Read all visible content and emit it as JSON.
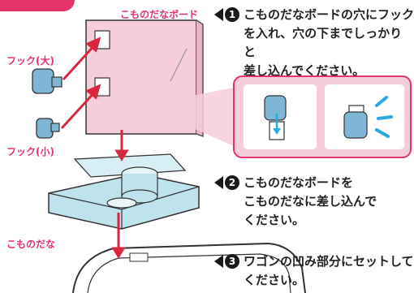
{
  "labels": {
    "board": "こものだなボード",
    "hook_large": "フック(大)",
    "hook_small": "フック(小)",
    "shelf": "こものだな"
  },
  "steps": [
    {
      "number": "1",
      "lines": [
        "こものだなボードの穴にフック",
        "を入れ、穴の下までしっかりと",
        "差し込んでください。"
      ]
    },
    {
      "number": "2",
      "lines": [
        "こものだなボードを",
        "こものだなに差し込んで",
        "ください。"
      ]
    },
    {
      "number": "3",
      "lines": [
        "ワゴンの凹み部分にセットして",
        "ください。"
      ]
    }
  ],
  "colors": {
    "board_pink": "#f6cddb",
    "accent_pink": "#e6336b",
    "shelf_blue": "#bfe3ec",
    "hook_blue": "#7fb6d6",
    "arrow_red": "#d7263d",
    "burst_blue": "#2aa9e0"
  }
}
